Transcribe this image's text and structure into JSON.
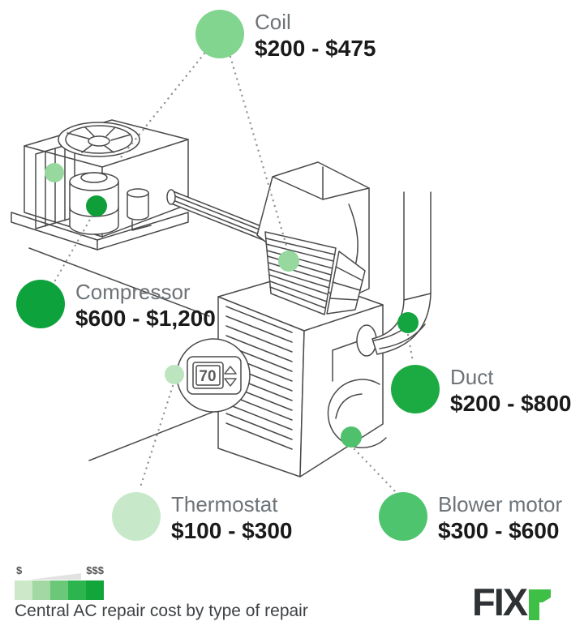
{
  "caption": "Central AC repair cost by type of repair",
  "brand": {
    "text": "FIX",
    "accent_letter": "r",
    "dark_color": "#2e3235",
    "accent_color": "#3ebf45"
  },
  "thermostat_display": "70",
  "legend": {
    "low": "$",
    "high": "$$$",
    "colors": [
      "#cde7c9",
      "#a3d8a2",
      "#6bc878",
      "#2cb44f",
      "#12a53a"
    ]
  },
  "callouts": [
    {
      "name": "Coil",
      "price": "$200 - $475",
      "color": "#82d58f",
      "marker_color": "#97d89f"
    },
    {
      "name": "Compressor",
      "price": "$600 - $1,200",
      "color": "#0da23c",
      "marker_color": "#0f9e38"
    },
    {
      "name": "Duct",
      "price": "$200 - $800",
      "color": "#1cab43",
      "marker_color": "#14a540"
    },
    {
      "name": "Thermostat",
      "price": "$100 - $300",
      "color": "#c8e9c9",
      "marker_color": "#bce5bf"
    },
    {
      "name": "Blower motor",
      "price": "$300 - $600",
      "color": "#4fc46f",
      "marker_color": "#4fc16d"
    }
  ]
}
